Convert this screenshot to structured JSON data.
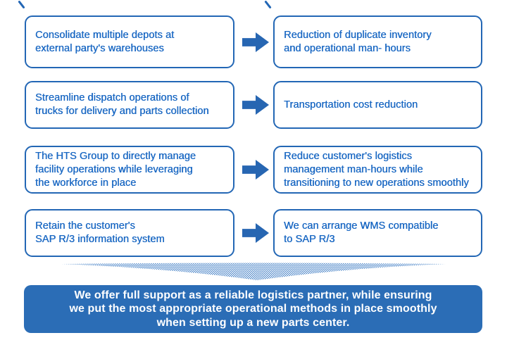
{
  "colors": {
    "box_border_blue": "#2367b5",
    "box_text_blue": "#1a68c3",
    "arrow_blue": "#2766b2",
    "halftone_dot_blue": "#4c86c8",
    "banner_blue": "#2b6db6",
    "banner_text": "#ffffff"
  },
  "rows": [
    {
      "cause": "Consolidate multiple depots at\nexternal party's warehouses",
      "effect": "Reduction of duplicate inventory\nand operational man- hours"
    },
    {
      "cause": "Streamline dispatch operations of\ntrucks for delivery and parts collection",
      "effect": "Transportation cost reduction"
    },
    {
      "cause": "The HTS Group to directly manage\nfacility operations while leveraging\nthe workforce in place",
      "effect": "Reduce customer's logistics\nmanagement man-hours while\ntransitioning to new operations smoothly"
    },
    {
      "cause": "Retain the customer's\nSAP R/3 information system",
      "effect": "We can arrange WMS compatible\nto SAP R/3"
    }
  ],
  "banner": {
    "text": "We offer full support as a reliable logistics partner, while ensuring\nwe put the most appropriate operational methods in place smoothly\nwhen setting up a new parts center."
  }
}
